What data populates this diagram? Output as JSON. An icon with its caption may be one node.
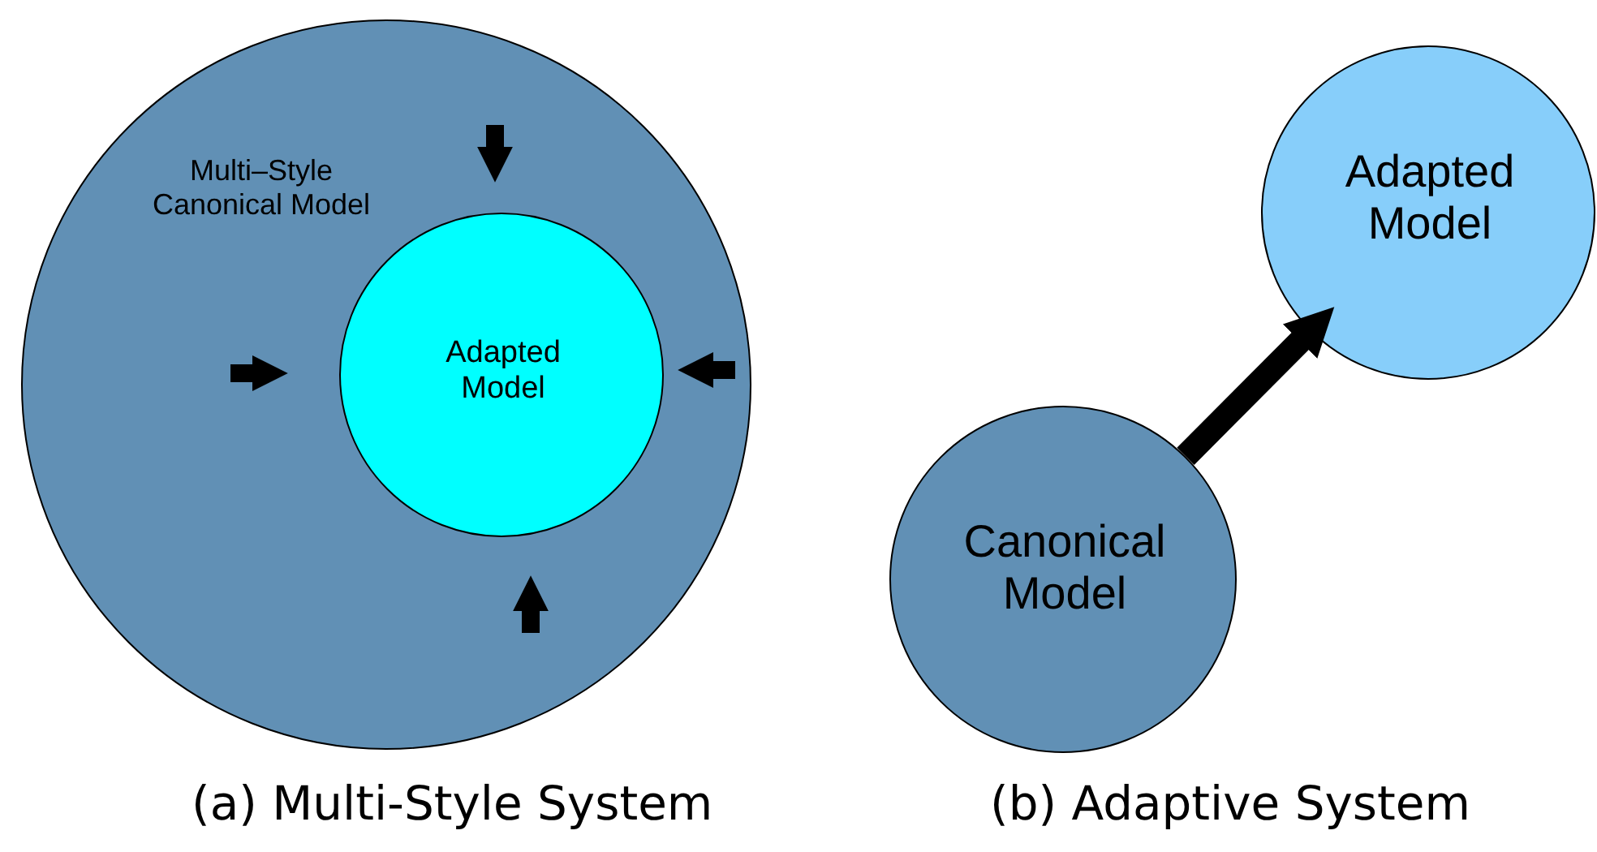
{
  "diagram": {
    "nodes": [
      {
        "text": [
          "Multi–Style Canonical Model"
        ]
      },
      {
        "text": [
          "Adapted Model"
        ],
        "in": 0
      },
      {
        "text": [
          "Canonical Model"
        ]
      },
      {
        "text": [
          "Adapted Model"
        ]
      }
    ],
    "edges": [
      {
        "from": null,
        "to": 1,
        "arrow": "to"
      },
      {
        "from": null,
        "to": 1,
        "arrow": "to"
      },
      {
        "from": null,
        "to": 1,
        "arrow": "to"
      },
      {
        "from": null,
        "to": 1,
        "arrow": "to"
      },
      {
        "from": 2,
        "to": 3,
        "arrow": "to"
      }
    ],
    "labels": [
      "(a) Multi-Style System",
      "(b) Adaptive System"
    ]
  }
}
